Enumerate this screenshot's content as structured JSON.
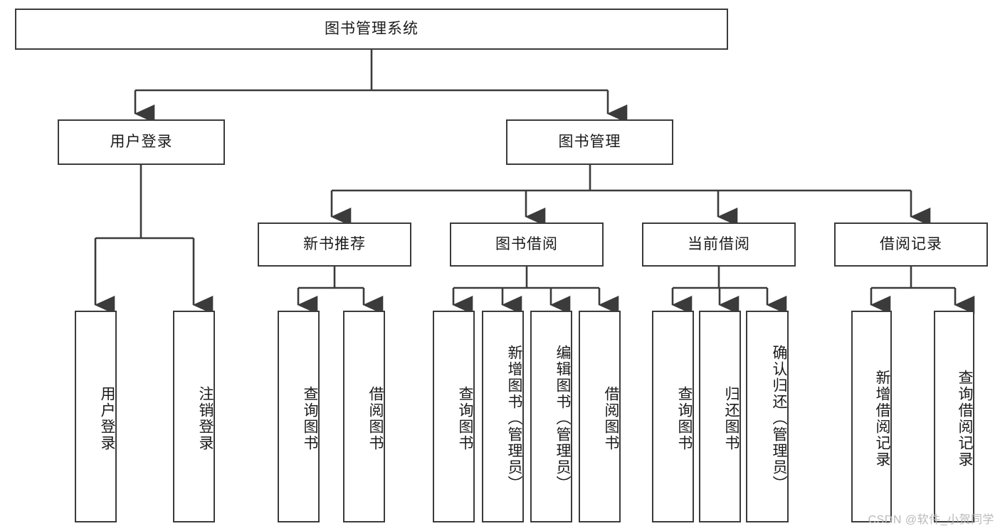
{
  "diagram": {
    "type": "tree-hierarchy",
    "title": "图书管理系统",
    "watermark": "CSDN @软件_小贺同学",
    "colors": {
      "box_border": "#3b3b3b",
      "box_fill": "#ffffff",
      "connector": "#3b3b3b",
      "text": "#1a1a1a",
      "watermark": "#b9b9b9",
      "background": "#ffffff"
    },
    "nodes": {
      "root": {
        "label": "图书管理系统"
      },
      "level2": [
        {
          "id": "user-login",
          "label": "用户登录"
        },
        {
          "id": "book-management",
          "label": "图书管理"
        }
      ],
      "level3": [
        {
          "id": "new-book-recommend",
          "label": "新书推荐"
        },
        {
          "id": "book-borrow",
          "label": "图书借阅"
        },
        {
          "id": "current-borrow",
          "label": "当前借阅"
        },
        {
          "id": "borrow-record",
          "label": "借阅记录"
        }
      ],
      "leaves": {
        "user-login": [
          {
            "id": "leaf-user-login",
            "label": "用户登录"
          },
          {
            "id": "leaf-user-logout",
            "label": "注销登录"
          }
        ],
        "new-book-recommend": [
          {
            "id": "leaf-query-book-1",
            "label": "查询图书"
          },
          {
            "id": "leaf-borrow-book-1",
            "label": "借阅图书"
          }
        ],
        "book-borrow": [
          {
            "id": "leaf-query-book-2",
            "label": "查询图书"
          },
          {
            "id": "leaf-add-book",
            "label": "新增图书（管理员）"
          },
          {
            "id": "leaf-edit-book",
            "label": "编辑图书（管理员）"
          },
          {
            "id": "leaf-borrow-book-2",
            "label": "借阅图书"
          }
        ],
        "current-borrow": [
          {
            "id": "leaf-query-book-3",
            "label": "查询图书"
          },
          {
            "id": "leaf-return-book",
            "label": "归还图书"
          },
          {
            "id": "leaf-confirm-return",
            "label": "确认归还（管理员）"
          }
        ],
        "borrow-record": [
          {
            "id": "leaf-add-record",
            "label": "新增借阅记录"
          },
          {
            "id": "leaf-query-record",
            "label": "查询借阅记录"
          }
        ]
      }
    }
  }
}
